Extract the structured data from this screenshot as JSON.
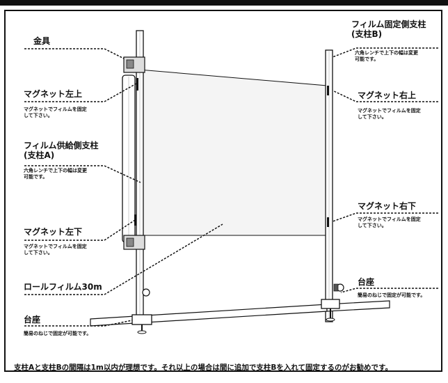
{
  "labels": {
    "kanagu": {
      "title": "金具"
    },
    "magnet_top_left": {
      "title": "マグネット左上",
      "desc": "マグネットでフィルムを固定して下さい。"
    },
    "support_a": {
      "title": "フィルム供給側支柱\n(支柱A)",
      "desc": "六角レンチで上下の幅は変更可能です。"
    },
    "magnet_bottom_left": {
      "title": "マグネット左下",
      "desc": "マグネットでフィルムを固定して下さい。"
    },
    "roll_film": {
      "title": "ロールフィルム30m"
    },
    "base_left": {
      "title": "台座",
      "desc": "簡易のねじで固定が可能です。"
    },
    "support_b": {
      "title": "フィルム固定側支柱\n(支柱B)",
      "desc": "六角レンチで上下の幅は変更可能です。"
    },
    "magnet_top_right": {
      "title": "マグネット右上",
      "desc": "マグネットでフィルムを固定して下さい。"
    },
    "magnet_bottom_right": {
      "title": "マグネット右下",
      "desc": "マグネットでフィルムを固定して下さい。"
    },
    "base_right": {
      "title": "台座",
      "desc": "簡易のねじで固定が可能です。"
    }
  },
  "footer": "支柱Aと支柱Bの間隔は1m以内が理想です。それ以上の場合は間に追加で支柱Bを入れて固定するのがお勧めです。",
  "colors": {
    "line": "#111111",
    "film": "#f4f4f4",
    "frame": "#111111"
  }
}
